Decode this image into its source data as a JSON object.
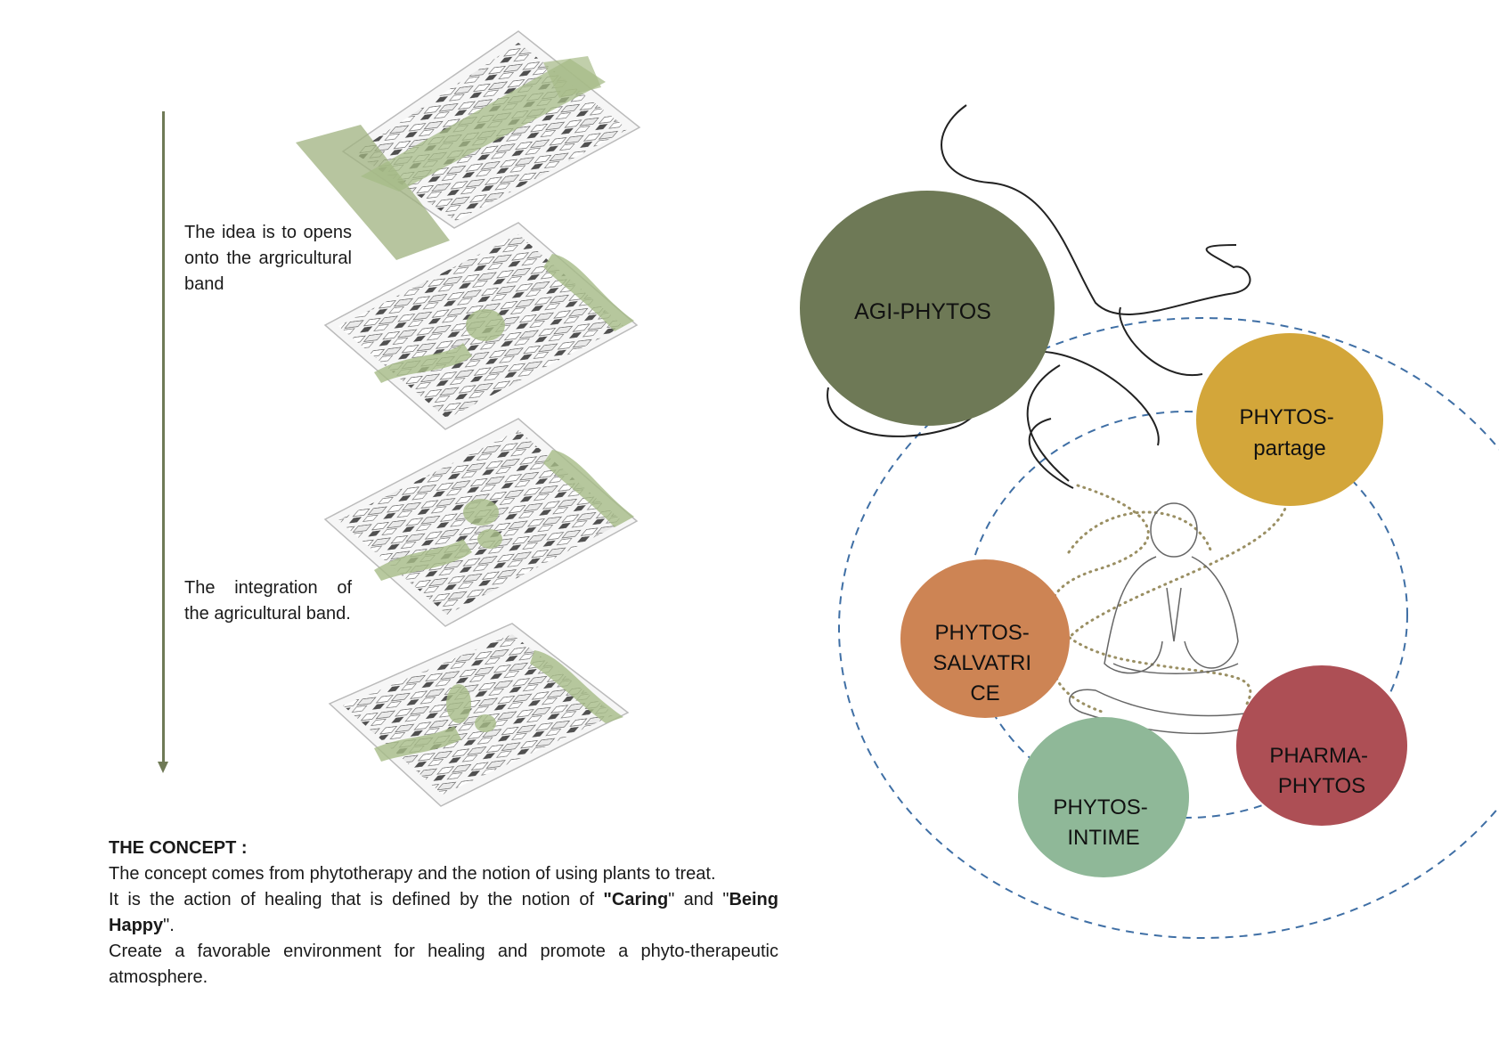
{
  "notes": {
    "note_1": "The idea is to opens onto the argricultural band",
    "note_2": "The integration of the agricultural band."
  },
  "concept": {
    "heading": "THE CONCEPT :",
    "line_1": "The concept comes from phytotherapy and the notion of using plants to treat.",
    "line_2_pre": "It is the action of healing that is defined by the notion of ",
    "caring": "\"Caring",
    "line_2_mid": "\" and \"",
    "being": "Being",
    "happy": "Happy",
    "line_2_end": "\".",
    "line_3": "Create a favorable environment for healing and promote a phyto-therapeutic atmosphere."
  },
  "circles": [
    {
      "id": "agi-phytos",
      "lines": [
        "AGI-PHYTOS"
      ],
      "color": "#6e7956"
    },
    {
      "id": "phytos-partage",
      "lines": [
        "PHYTOS-",
        "partage"
      ],
      "color": "#d3a63a"
    },
    {
      "id": "phytos-salvatrice",
      "lines": [
        "PHYTOS-",
        "SALVATRI",
        "CE"
      ],
      "color": "#cd8454"
    },
    {
      "id": "pharma-phytos",
      "lines": [
        "PHARMA-",
        "PHYTOS"
      ],
      "color": "#ad4f55"
    },
    {
      "id": "phytos-intime",
      "lines": [
        "PHYTOS-",
        "INTIME"
      ],
      "color": "#8fb898"
    }
  ],
  "colors": {
    "accent_green": "#6f7a56",
    "dashed_ring": "#3f6fa5",
    "dotted_path": "#9a8f63"
  },
  "plans": [
    "urban-plan-stage-1",
    "urban-plan-stage-2",
    "urban-plan-stage-3",
    "urban-plan-stage-4"
  ]
}
